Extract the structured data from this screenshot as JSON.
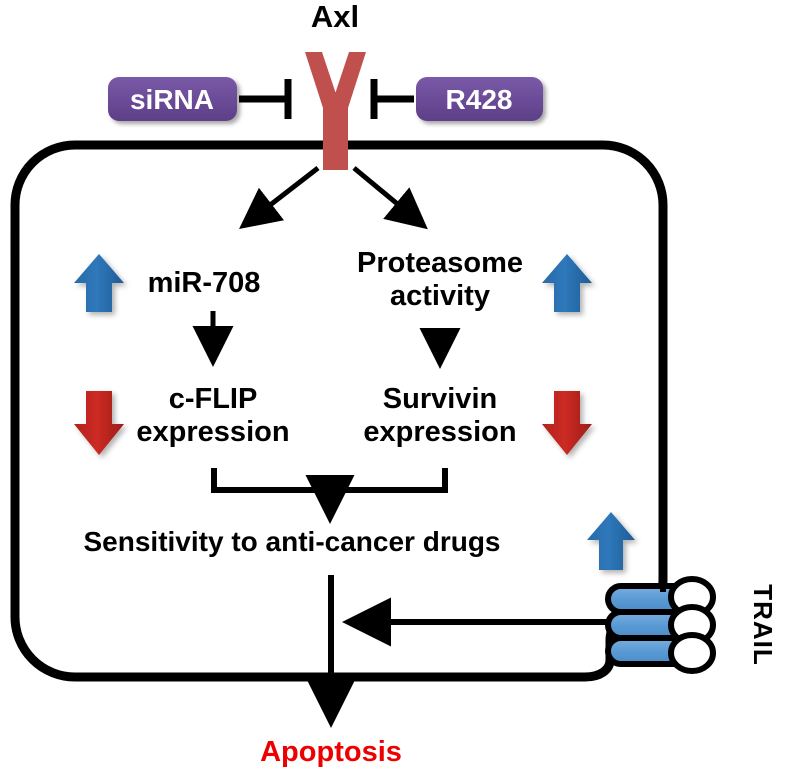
{
  "figure": {
    "type": "signaling-pathway-diagram",
    "background": "#ffffff"
  },
  "colors": {
    "receptor_red": "#c0504d",
    "inhibitor_purple": "#6f4f9e",
    "up_arrow_blue": "#2e75b6",
    "down_arrow_red": "#c0261f",
    "trail_ligand_blue": "#5b9bd5",
    "apoptosis_red": "#ee0000",
    "line_black": "#000000"
  },
  "receptor": {
    "name_label": "Axl",
    "icon": "y-shaped-receptor-icon"
  },
  "inhibitors": [
    {
      "id": "sirna",
      "label": "siRNA",
      "side": "left",
      "connector": "inhibition-bar"
    },
    {
      "id": "r428",
      "label": "R428",
      "side": "right",
      "connector": "inhibition-bar"
    }
  ],
  "membrane": {
    "shape": "rounded-rectangle",
    "label": "cell-membrane"
  },
  "nodes": {
    "left_branch": {
      "upper": {
        "label": "miR-708",
        "regulation": "up",
        "regulation_icon": "up-arrow-icon"
      },
      "lower": {
        "label_line1": "c-FLIP",
        "label_line2": "expression",
        "regulation": "down",
        "regulation_icon": "down-arrow-icon"
      }
    },
    "right_branch": {
      "upper": {
        "label_line1": "Proteasome",
        "label_line2": "activity",
        "regulation": "up",
        "regulation_icon": "up-arrow-icon"
      },
      "lower": {
        "label_line1": "Survivin",
        "label_line2": "expression",
        "regulation": "down",
        "regulation_icon": "down-arrow-icon"
      }
    },
    "converged": {
      "label": "Sensitivity  to anti-cancer drugs"
    },
    "outcome": {
      "label": "Apoptosis"
    }
  },
  "trail": {
    "label": "TRAIL",
    "ligand_icon": "trail-ligand-receptor-icon",
    "regulation": "up",
    "regulation_icon": "up-arrow-icon",
    "ligand_units": 3
  },
  "edges": [
    {
      "from": "Axl",
      "to": "miR-708",
      "kind": "activation-arrow"
    },
    {
      "from": "Axl",
      "to": "Proteasome activity",
      "kind": "activation-arrow"
    },
    {
      "from": "miR-708",
      "to": "c-FLIP expression",
      "kind": "activation-arrow"
    },
    {
      "from": "Proteasome activity",
      "to": "Survivin expression",
      "kind": "activation-arrow"
    },
    {
      "from": "c-FLIP expression + Survivin expression",
      "to": "Sensitivity  to anti-cancer drugs",
      "kind": "bracket-arrow"
    },
    {
      "from": "Sensitivity  to anti-cancer drugs",
      "to": "Apoptosis",
      "kind": "activation-arrow"
    },
    {
      "from": "TRAIL",
      "to": "Apoptosis pathway",
      "kind": "activation-arrow-left"
    },
    {
      "from": "siRNA",
      "to": "Axl",
      "kind": "inhibition"
    },
    {
      "from": "R428",
      "to": "Axl",
      "kind": "inhibition"
    }
  ]
}
